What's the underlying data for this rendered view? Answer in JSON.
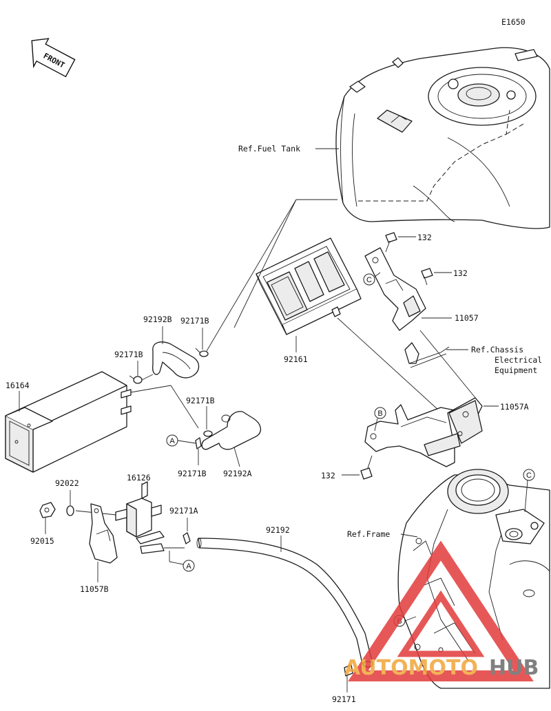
{
  "diagram_code": "E1650",
  "front_label": "FRONT",
  "labels": {
    "ref_fuel_tank": "Ref.Fuel Tank",
    "ref_chassis_1": "Ref.Chassis",
    "ref_chassis_2": "Electrical",
    "ref_chassis_3": "Equipment",
    "ref_frame": "Ref.Frame",
    "p132_a": "132",
    "p132_b": "132",
    "p132_c": "132",
    "p11057": "11057",
    "p11057A": "11057A",
    "p92161": "92161",
    "p92192B": "92192B",
    "p92171B_a": "92171B",
    "p92171B_b": "92171B",
    "p92171B_c": "92171B",
    "p92171B_d": "92171B",
    "p92192A": "92192A",
    "p16164": "16164",
    "p92022": "92022",
    "p16126": "16126",
    "p92171A": "92171A",
    "p92192": "92192",
    "p92015": "92015",
    "p11057B": "11057B",
    "p92171": "92171"
  },
  "ref_tags": {
    "a1": "A",
    "a2": "A",
    "b1": "B",
    "b2": "B",
    "c1": "C",
    "c2": "C"
  },
  "watermark": {
    "part1": "AUTOMOTO",
    "part2": "HUB",
    "color_red": "#e23b3b",
    "color_orange": "#f0a53a",
    "color_gray": "#6b6b6b"
  }
}
